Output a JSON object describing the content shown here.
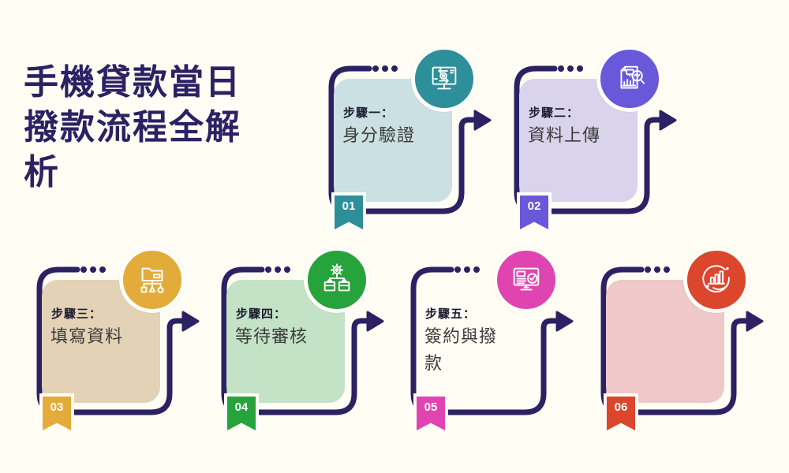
{
  "page": {
    "background": "#FFFDF4",
    "outline_color": "#2B2163"
  },
  "title": {
    "text": "手機貸款當日撥款流程全解析"
  },
  "steps": [
    {
      "id": "01",
      "label": "步驟一：",
      "title": "身分驗證",
      "card_color": "#CBE0E3",
      "accent_color": "#2D8F99",
      "icon": "monitor-sync-icon"
    },
    {
      "id": "02",
      "label": "步驟二：",
      "title": "資料上傳",
      "card_color": "#D9D4EC",
      "accent_color": "#6A58DA",
      "icon": "document-analysis-icon"
    },
    {
      "id": "03",
      "label": "步驟三：",
      "title": "填寫資料",
      "card_color": "#E3D2B6",
      "accent_color": "#E3AC3A",
      "icon": "folder-structure-icon"
    },
    {
      "id": "04",
      "label": "步驟四：",
      "title": "等待審核",
      "card_color": "#C4E2C6",
      "accent_color": "#27A33C",
      "icon": "gear-briefcase-icon"
    },
    {
      "id": "05",
      "label": "步驟五：",
      "title": "簽約與撥款",
      "card_color": "transparent",
      "accent_color": "#E044B0",
      "icon": "monitor-check-icon"
    },
    {
      "id": "06",
      "label": "",
      "title": "",
      "card_color": "#EFC8C9",
      "accent_color": "#DB462C",
      "icon": "bar-chart-circle-icon"
    }
  ]
}
